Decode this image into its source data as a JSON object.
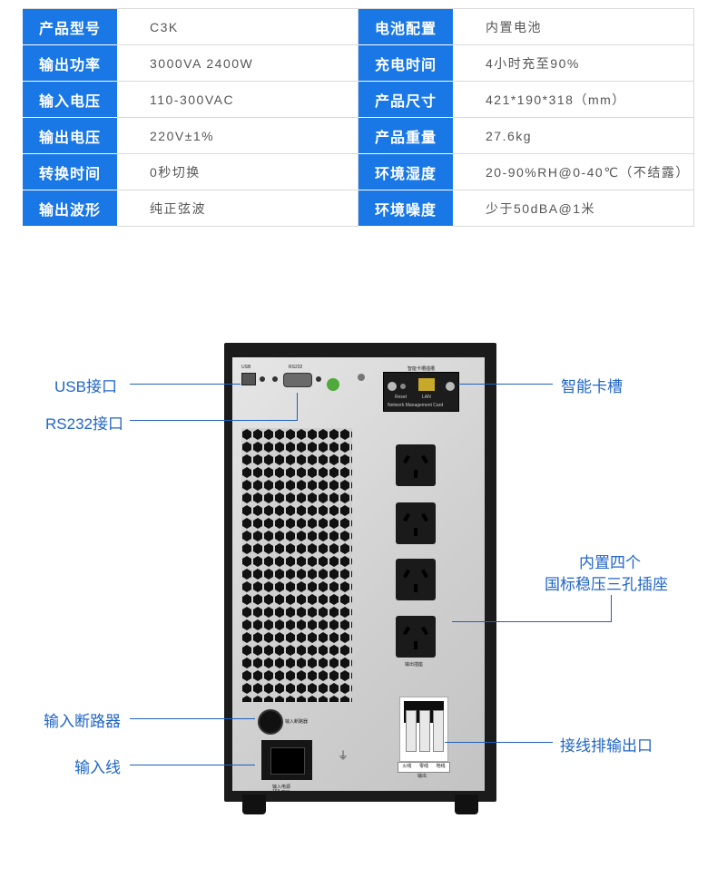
{
  "specs_left": [
    {
      "key": "产品型号",
      "value": "C3K"
    },
    {
      "key": "输出功率",
      "value": "3000VA 2400W"
    },
    {
      "key": "输入电压",
      "value": "110-300VAC"
    },
    {
      "key": "输出电压",
      "value": "220V±1%"
    },
    {
      "key": "转换时间",
      "value": "0秒切换"
    },
    {
      "key": "输出波形",
      "value": "纯正弦波"
    }
  ],
  "specs_right": [
    {
      "key": "电池配置",
      "value": "内置电池"
    },
    {
      "key": "充电时间",
      "value": "4小时充至90%"
    },
    {
      "key": "产品尺寸",
      "value": "421*190*318（mm）"
    },
    {
      "key": "产品重量",
      "value": "27.6kg"
    },
    {
      "key": "环境湿度",
      "value": "20-90%RH@0-40℃（不结露）"
    },
    {
      "key": "环境噪度",
      "value": "少于50dBA@1米"
    }
  ],
  "callouts": {
    "usb": "USB接口",
    "rs232": "RS232接口",
    "smart_card": "智能卡槽",
    "sockets_line1": "内置四个",
    "sockets_line2": "国标稳压三孔插座",
    "breaker": "输入断路器",
    "input_line": "输入线",
    "terminal": "接线排输出口"
  },
  "device_labels": {
    "usb": "USB",
    "rs232": "RS232",
    "card_title": "智能卡槽插槽",
    "reset": "Reset",
    "lan": "LAN",
    "card_name": "Network Management Card",
    "output_socket": "输出插座",
    "breaker": "输入断路器",
    "input": "输入电源",
    "input_rating": "16A max.",
    "term_1": "火线",
    "term_2": "零线",
    "term_3": "地线",
    "output": "输出"
  }
}
